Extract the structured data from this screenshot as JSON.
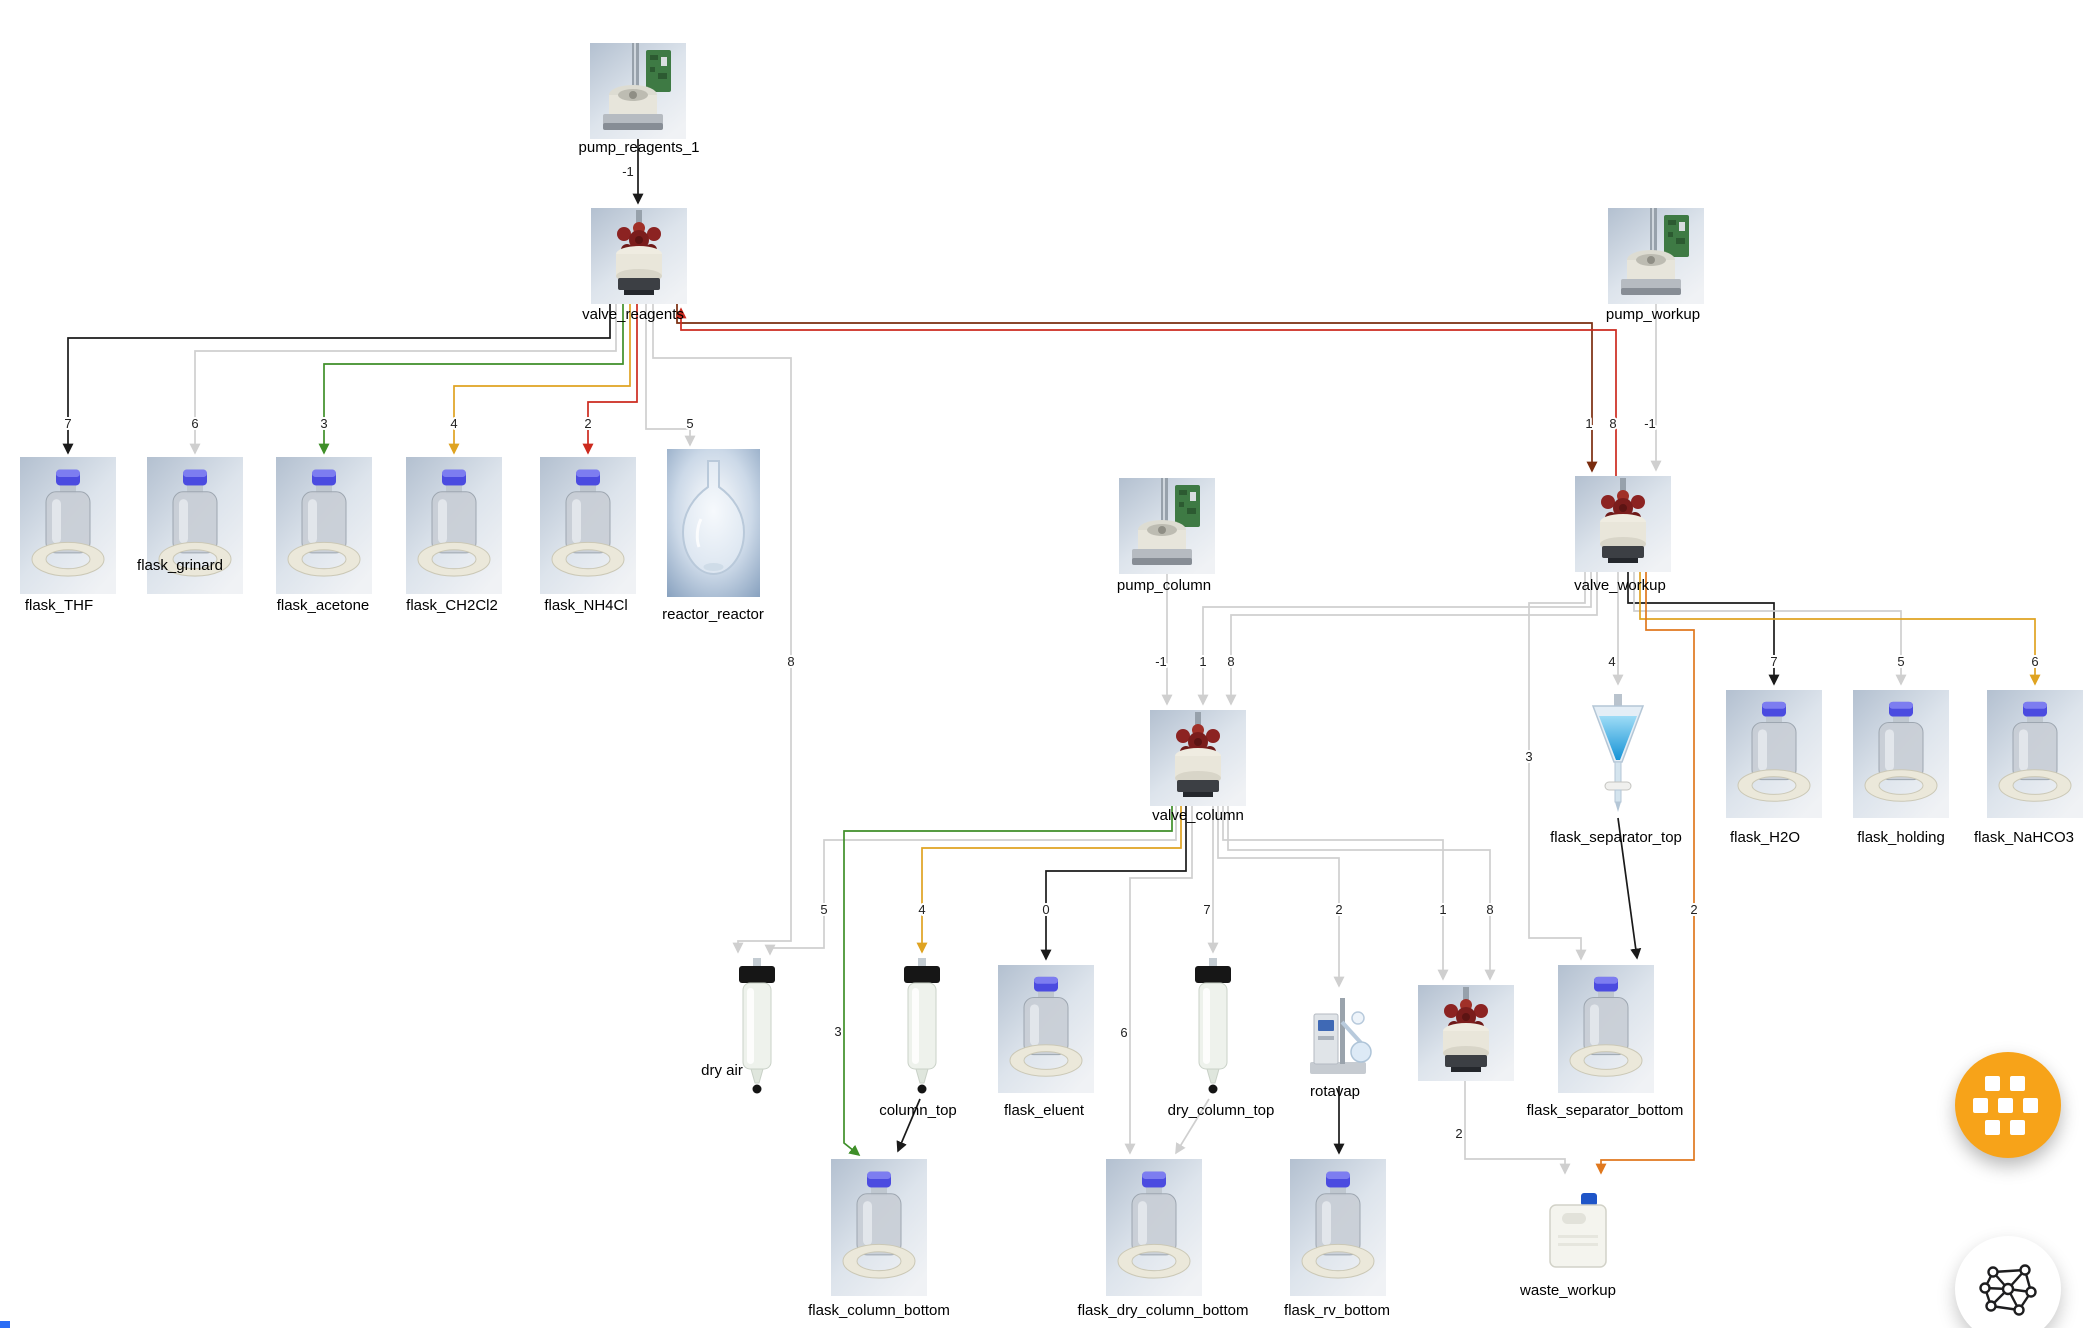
{
  "diagram": {
    "palette": {
      "black": "#1a1a1a",
      "gray": "#cfcfcf",
      "green": "#3f8f29",
      "yellow": "#dfa321",
      "red": "#cc2a1e",
      "maroon": "#7a2c0e",
      "orange": "#e0781e"
    },
    "nodes": [
      {
        "id": "pump_reagents_1",
        "label": "pump_reagents_1",
        "type": "pump"
      },
      {
        "id": "valve_reagents",
        "label": "valve_reagents",
        "type": "valve"
      },
      {
        "id": "pump_workup",
        "label": "pump_workup",
        "type": "pump"
      },
      {
        "id": "flask_THF",
        "label": "flask_THF",
        "type": "flask"
      },
      {
        "id": "flask_grinard",
        "label": "flask_grinard",
        "type": "flask"
      },
      {
        "id": "flask_acetone",
        "label": "flask_acetone",
        "type": "flask"
      },
      {
        "id": "flask_CH2Cl2",
        "label": "flask_CH2Cl2",
        "type": "flask"
      },
      {
        "id": "flask_NH4Cl",
        "label": "flask_NH4Cl",
        "type": "flask"
      },
      {
        "id": "reactor_reactor",
        "label": "reactor_reactor",
        "type": "reactor"
      },
      {
        "id": "pump_column",
        "label": "pump_column",
        "type": "pump"
      },
      {
        "id": "valve_workup",
        "label": "valve_workup",
        "type": "valve"
      },
      {
        "id": "valve_column",
        "label": "valve_column",
        "type": "valve"
      },
      {
        "id": "flask_separator_top",
        "label": "flask_separator_top",
        "type": "separator-funnel"
      },
      {
        "id": "flask_H2O",
        "label": "flask_H2O",
        "type": "flask"
      },
      {
        "id": "flask_holding",
        "label": "flask_holding",
        "type": "flask"
      },
      {
        "id": "flask_NaHCO3",
        "label": "flask_NaHCO3",
        "type": "flask"
      },
      {
        "id": "dry_air",
        "label": "dry air",
        "type": "column"
      },
      {
        "id": "column_top",
        "label": "column_top",
        "type": "column"
      },
      {
        "id": "flask_eluent",
        "label": "flask_eluent",
        "type": "flask"
      },
      {
        "id": "dry_column_top",
        "label": "dry_column_top",
        "type": "column"
      },
      {
        "id": "rotavap",
        "label": "rotavap",
        "type": "rotavap"
      },
      {
        "id": "valve_unlabeled",
        "label": "",
        "type": "valve"
      },
      {
        "id": "flask_separator_bottom",
        "label": "flask_separator_bottom",
        "type": "flask"
      },
      {
        "id": "flask_column_bottom",
        "label": "flask_column_bottom",
        "type": "flask"
      },
      {
        "id": "flask_dry_column_bottom",
        "label": "flask_dry_column_bottom",
        "type": "flask"
      },
      {
        "id": "flask_rv_bottom",
        "label": "flask_rv_bottom",
        "type": "flask"
      },
      {
        "id": "waste_workup",
        "label": "waste_workup",
        "type": "jerrycan"
      }
    ],
    "edges": [
      {
        "from": "pump_reagents_1",
        "to": "valve_reagents",
        "label": "-1",
        "color": "black"
      },
      {
        "from": "valve_reagents",
        "to": "flask_THF",
        "label": "7",
        "color": "black"
      },
      {
        "from": "valve_reagents",
        "to": "flask_grinard",
        "label": "6",
        "color": "gray"
      },
      {
        "from": "valve_reagents",
        "to": "flask_acetone",
        "label": "3",
        "color": "green"
      },
      {
        "from": "valve_reagents",
        "to": "flask_CH2Cl2",
        "label": "4",
        "color": "yellow"
      },
      {
        "from": "valve_reagents",
        "to": "flask_NH4Cl",
        "label": "2",
        "color": "red"
      },
      {
        "from": "valve_reagents",
        "to": "reactor_reactor",
        "label": "5",
        "color": "gray"
      },
      {
        "from": "valve_reagents",
        "to": "dry_air",
        "label": "8",
        "color": "gray"
      },
      {
        "from": "valve_reagents",
        "to": "valve_workup",
        "label": "1",
        "color": "maroon"
      },
      {
        "from": "valve_workup",
        "to": "valve_reagents",
        "label": "8",
        "color": "red"
      },
      {
        "from": "pump_workup",
        "to": "valve_workup",
        "label": "-1",
        "color": "gray"
      },
      {
        "from": "valve_workup",
        "to": "flask_separator_top",
        "label": "4",
        "color": "gray"
      },
      {
        "from": "valve_workup",
        "to": "flask_H2O",
        "label": "7",
        "color": "black"
      },
      {
        "from": "valve_workup",
        "to": "flask_holding",
        "label": "5",
        "color": "gray"
      },
      {
        "from": "valve_workup",
        "to": "flask_NaHCO3",
        "label": "6",
        "color": "yellow"
      },
      {
        "from": "valve_workup",
        "to": "flask_separator_bottom",
        "label": "3",
        "color": "gray"
      },
      {
        "from": "valve_workup",
        "to": "waste_workup",
        "label": "2",
        "color": "orange"
      },
      {
        "from": "pump_column",
        "to": "valve_column",
        "label": "-1",
        "color": "gray"
      },
      {
        "from": "valve_workup",
        "to": "valve_column",
        "label": "1",
        "color": "gray"
      },
      {
        "from": "valve_workup",
        "to": "valve_column",
        "label": "8",
        "color": "gray"
      },
      {
        "from": "valve_column",
        "to": "dry_air",
        "label": "5",
        "color": "gray"
      },
      {
        "from": "valve_column",
        "to": "column_top",
        "label": "4",
        "color": "yellow"
      },
      {
        "from": "valve_column",
        "to": "flask_eluent",
        "label": "0",
        "color": "black"
      },
      {
        "from": "valve_column",
        "to": "dry_column_top",
        "label": "7",
        "color": "gray"
      },
      {
        "from": "valve_column",
        "to": "rotavap",
        "label": "2",
        "color": "gray"
      },
      {
        "from": "valve_column",
        "to": "valve_unlabeled",
        "label": "1",
        "color": "gray"
      },
      {
        "from": "valve_column",
        "to": "valve_unlabeled",
        "label": "8",
        "color": "gray"
      },
      {
        "from": "valve_column",
        "to": "flask_column_bottom",
        "label": "3",
        "color": "green"
      },
      {
        "from": "column_top",
        "to": "flask_column_bottom",
        "label": "",
        "color": "black"
      },
      {
        "from": "valve_column",
        "to": "flask_dry_column_bottom",
        "label": "6",
        "color": "gray"
      },
      {
        "from": "dry_column_top",
        "to": "flask_dry_column_bottom",
        "label": "",
        "color": "gray"
      },
      {
        "from": "rotavap",
        "to": "flask_rv_bottom",
        "label": "",
        "color": "black"
      },
      {
        "from": "flask_separator_top",
        "to": "flask_separator_bottom",
        "label": "",
        "color": "black"
      },
      {
        "from": "valve_unlabeled",
        "to": "waste_workup",
        "label": "2",
        "color": "gray"
      }
    ]
  },
  "fabs": {
    "apps_fab": {
      "color": "#f7a319",
      "icon": "apps-grid-icon"
    },
    "ai_fab": {
      "color": "#ffffff",
      "icon": "brain-network-icon"
    }
  }
}
